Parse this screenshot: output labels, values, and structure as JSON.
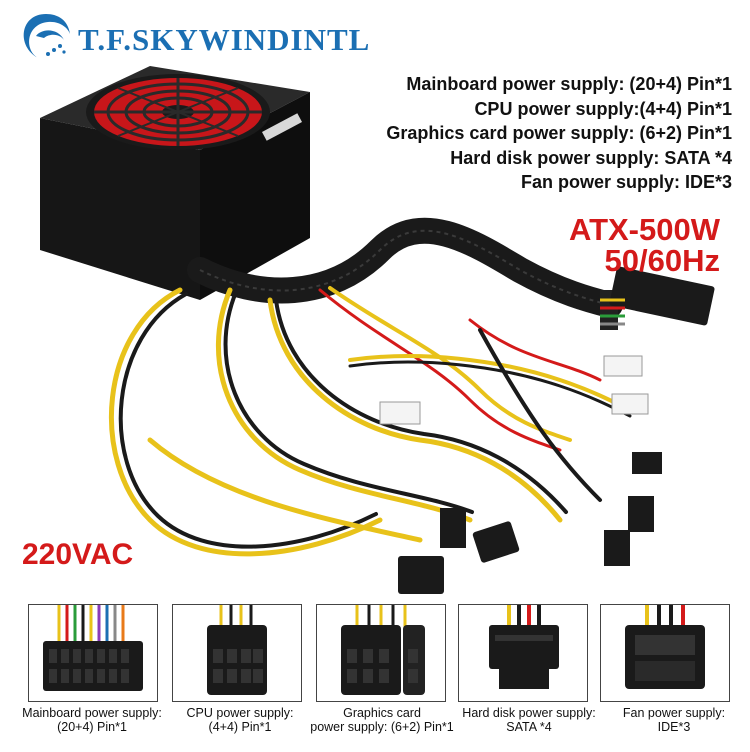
{
  "brand": {
    "name": "T.F.SKYWINDINTL"
  },
  "specs": [
    "Mainboard power supply: (20+4) Pin*1",
    "CPU power supply:(4+4) Pin*1",
    "Graphics card power supply: (6+2) Pin*1",
    "Hard disk power supply: SATA *4",
    "Fan power supply: IDE*3"
  ],
  "model": {
    "line1": "ATX-500W",
    "line2": "50/60Hz"
  },
  "voltage": "220VAC",
  "thumbnails": [
    {
      "line1": "Mainboard power supply:",
      "line2": "(20+4) Pin*1"
    },
    {
      "line1": "CPU power supply:",
      "line2": "(4+4) Pin*1"
    },
    {
      "line1": "Graphics card",
      "line2": "power supply: (6+2) Pin*1"
    },
    {
      "line1": "Hard disk power supply:",
      "line2": "SATA *4"
    },
    {
      "line1": "Fan power supply:",
      "line2": "IDE*3"
    }
  ],
  "colors": {
    "brand": "#1b6fb3",
    "accent": "#d41a1a",
    "fan": "#c8161a",
    "cable_yellow": "#e8c21a",
    "cable_black": "#1a1a1a"
  }
}
